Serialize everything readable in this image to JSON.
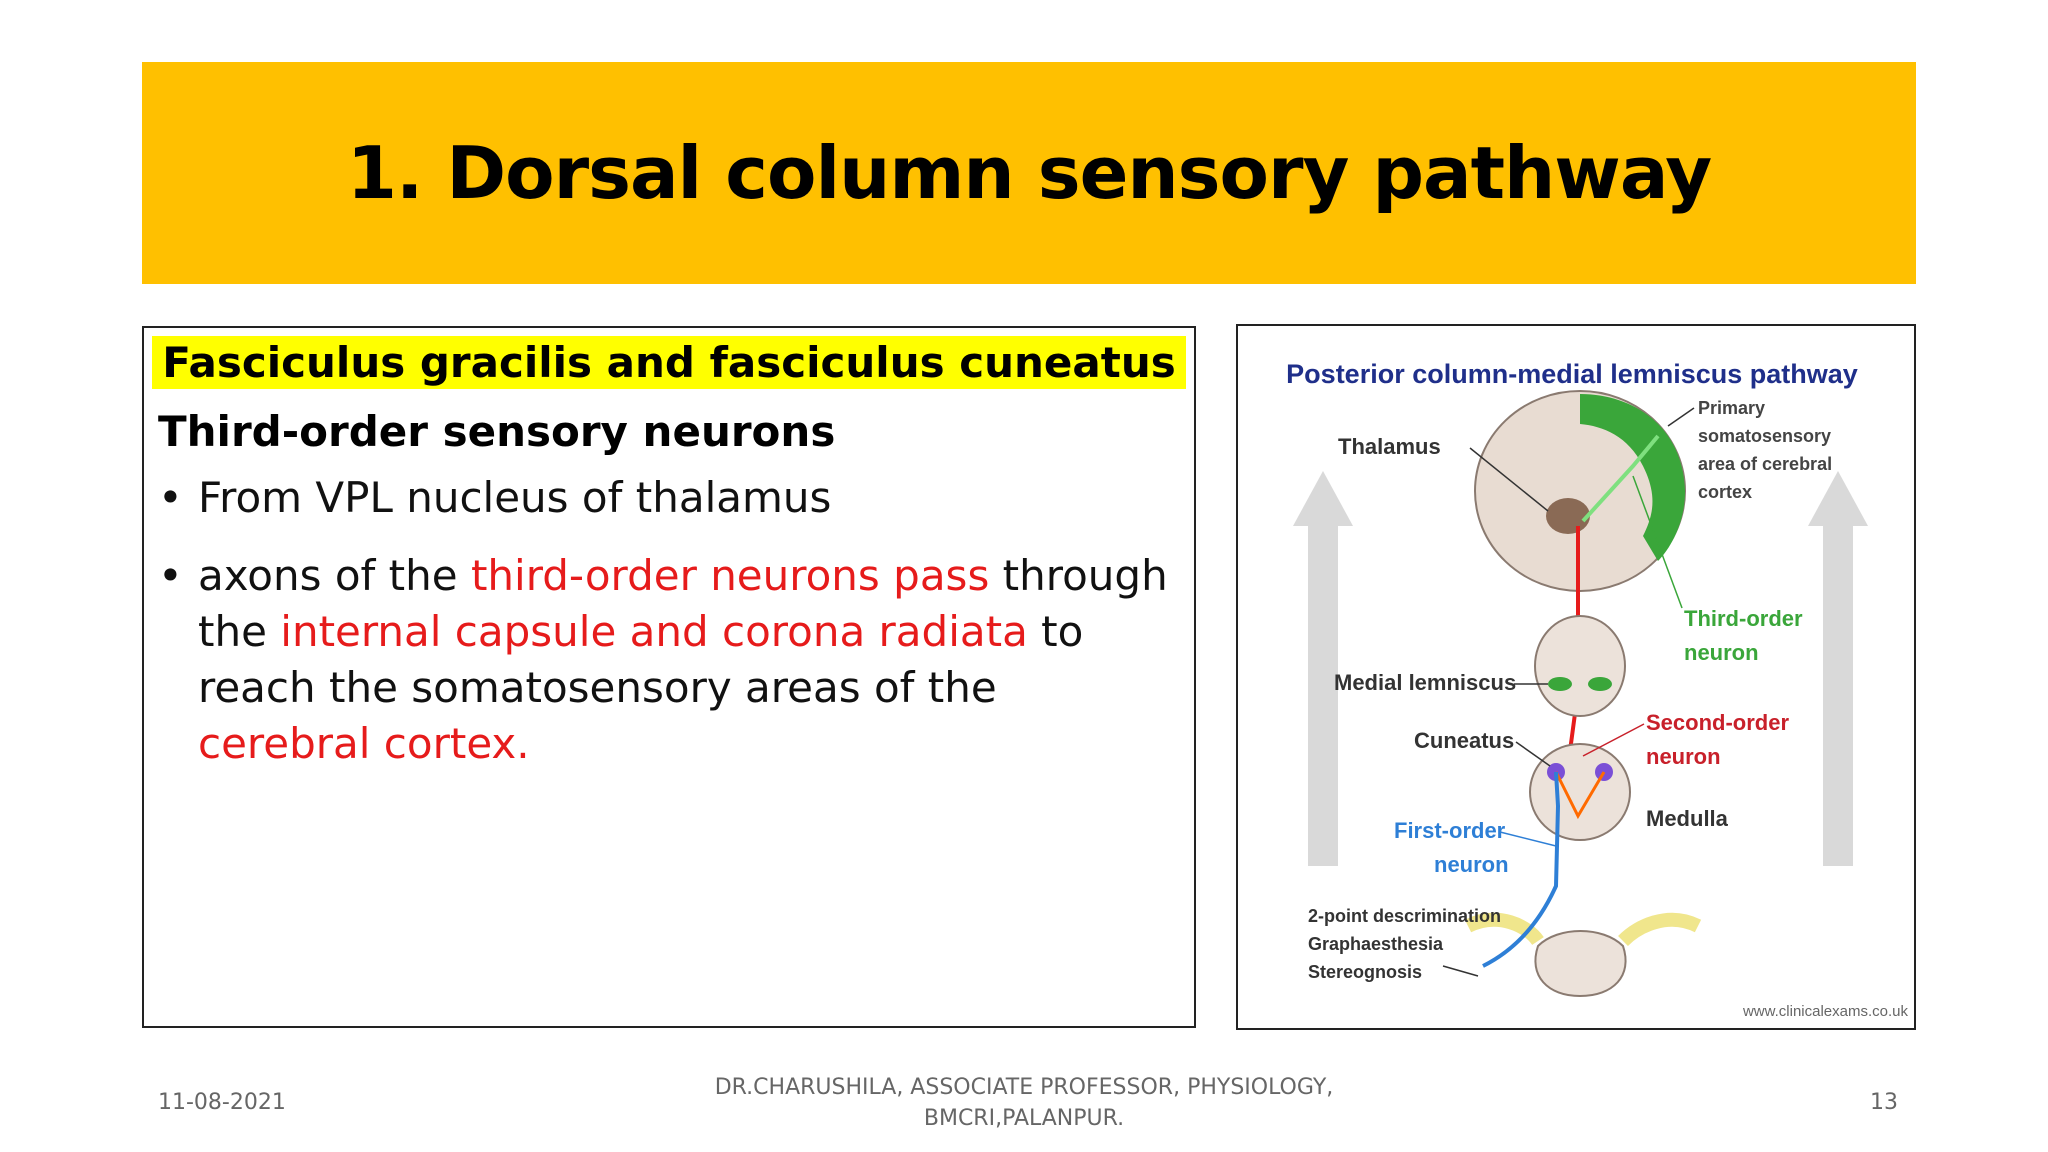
{
  "slide": {
    "title": "1. Dorsal column sensory pathway",
    "subtitle": "Fasciculus gracilis and fasciculus cuneatus",
    "heading": "Third-order sensory neurons",
    "bullet_marker": "•",
    "bullet1": "From VPL nucleus of thalamus",
    "bullet2": {
      "p1": "axons of the ",
      "p2": "third-order neurons pass",
      "p3": " through the ",
      "p4": "internal capsule and corona radiata",
      "p5": " to reach the somatosensory areas of the ",
      "p6": "cerebral cortex."
    }
  },
  "figure": {
    "title": "Posterior column-medial lemniscus pathway",
    "labels": {
      "thalamus": "Thalamus",
      "primary1": "Primary",
      "primary2": "somatosensory",
      "primary3": "area of cerebral",
      "primary4": "cortex",
      "third1": "Third-order",
      "third2": "neuron",
      "medial_lemniscus": "Medial lemniscus",
      "cuneatus": "Cuneatus",
      "second1": "Second-order",
      "second2": "neuron",
      "medulla": "Medulla",
      "first1": "First-order",
      "first2": "neuron",
      "sense1": "2-point descrimination",
      "sense2": "Graphaesthesia",
      "sense3": "Stereognosis",
      "credit": "www.clinicalexams.co.uk"
    }
  },
  "footer": {
    "date": "11-08-2021",
    "author_line1": "DR.CHARUSHILA, ASSOCIATE PROFESSOR, PHYSIOLOGY,",
    "author_line2": "BMCRI,PALANPUR.",
    "page": "13"
  },
  "colors": {
    "title_bar": "#ffc000",
    "highlight": "#ffff00",
    "emphasis_red": "#e61b1b",
    "figure_title": "#1f2f8a",
    "third_order_green": "#3aa63a",
    "first_order_blue": "#2e7fd6"
  }
}
